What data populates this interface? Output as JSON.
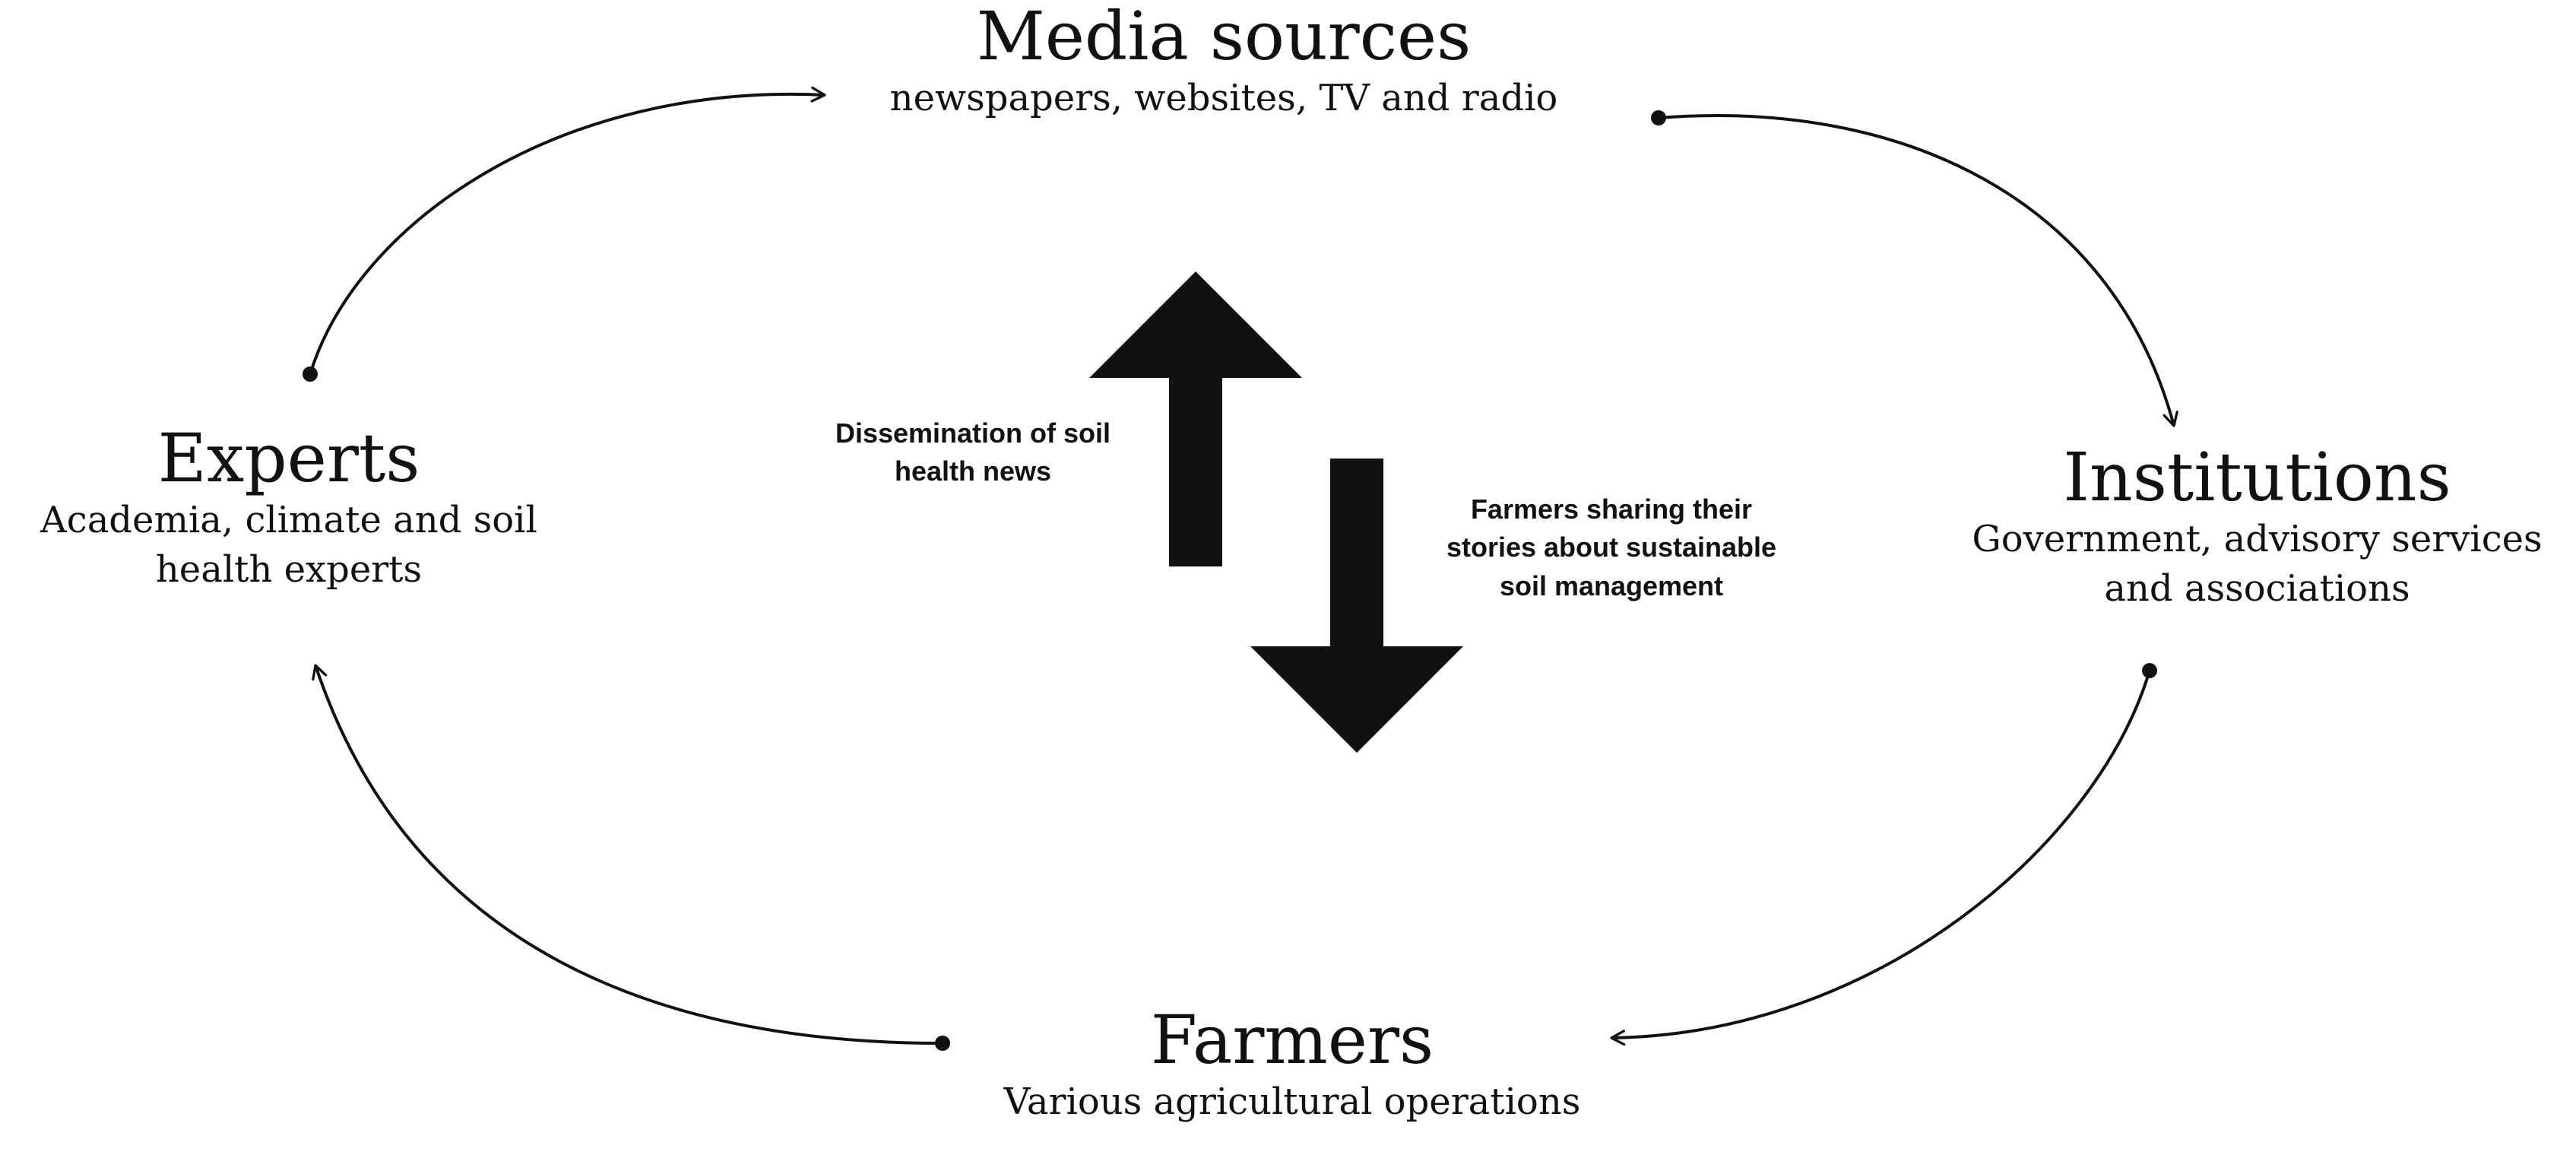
{
  "nodes": {
    "media": {
      "title": "Media sources",
      "subtitle": "newspapers, websites, TV and radio"
    },
    "institutions": {
      "title": "Institutions",
      "subtitle_line1": "Government, advisory services",
      "subtitle_line2": "and associations"
    },
    "farmers": {
      "title": "Farmers",
      "subtitle": "Various agricultural operations"
    },
    "experts": {
      "title": "Experts",
      "subtitle_line1": "Academia, climate and soil",
      "subtitle_line2": "health experts"
    }
  },
  "center": {
    "up_label_line1": "Dissemination of soil",
    "up_label_line2": "health news",
    "down_label_line1": "Farmers sharing their",
    "down_label_line2": "stories about sustainable",
    "down_label_line3": "soil management"
  },
  "colors": {
    "ink": "#111111",
    "background": "#ffffff"
  }
}
